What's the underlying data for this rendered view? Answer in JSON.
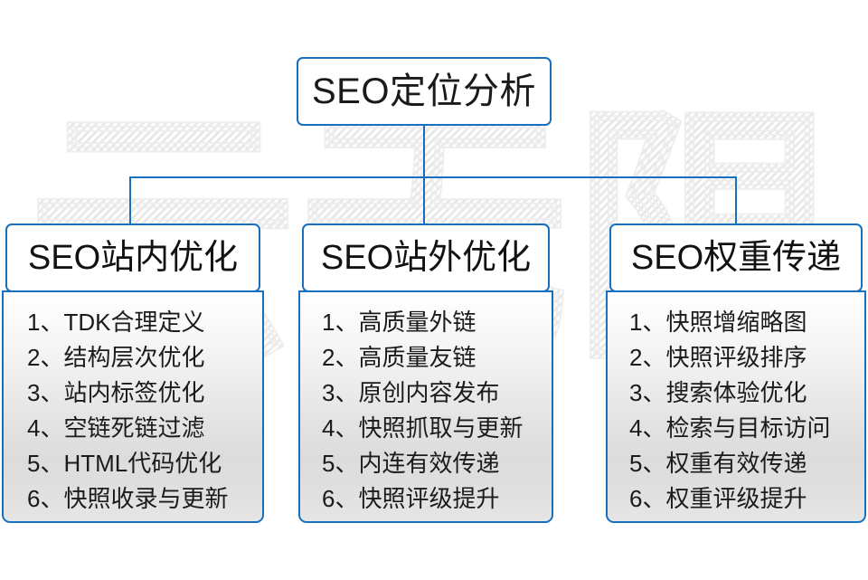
{
  "diagram": {
    "type": "org-chart",
    "watermark_text": "云无限",
    "accent_color": "#1770bf",
    "text_color": "#1a1a1a",
    "root": {
      "label": "SEO定位分析"
    },
    "columns": [
      {
        "header": "SEO站内优化",
        "items": [
          "1、TDK合理定义",
          "2、结构层次优化",
          "3、站内标签优化",
          "4、空链死链过滤",
          "5、HTML代码优化",
          "6、快照收录与更新"
        ]
      },
      {
        "header": "SEO站外优化",
        "items": [
          "1、高质量外链",
          "2、高质量友链",
          "3、原创内容发布",
          "4、快照抓取与更新",
          "5、内连有效传递",
          "6、快照评级提升"
        ]
      },
      {
        "header": "SEO权重传递",
        "items": [
          "1、快照增缩略图",
          "2、快照评级排序",
          "3、搜索体验优化",
          "4、检索与目标访问",
          "5、权重有效传递",
          "6、权重评级提升"
        ]
      }
    ]
  }
}
